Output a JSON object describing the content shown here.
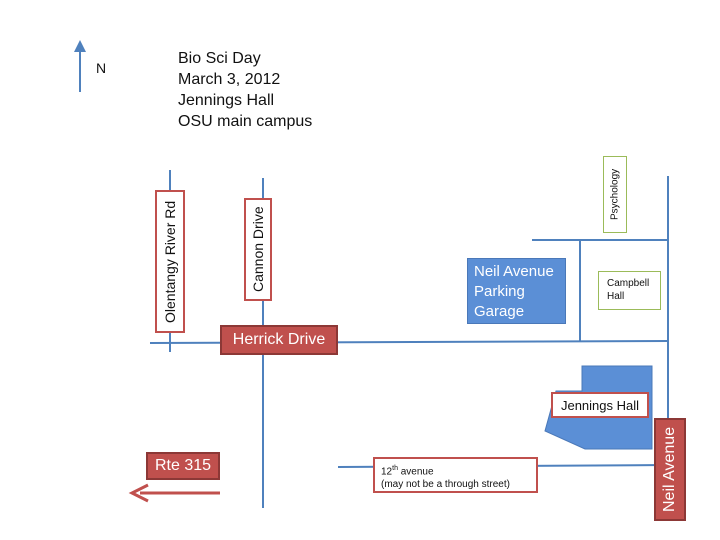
{
  "header": {
    "line1": "Bio Sci Day",
    "line2": "March 3, 2012",
    "line3": "Jennings Hall",
    "line4": "OSU main campus"
  },
  "compass": {
    "label": "N"
  },
  "streets": {
    "olentangy": "Olentangy River Rd",
    "cannon": "Cannon Drive",
    "herrick": "Herrick Drive",
    "neil": "Neil Avenue",
    "twelfth_main": "12",
    "twelfth_sup": "th",
    "twelfth_rest": " avenue",
    "twelfth_note": "(may not be a through street)",
    "rte": "Rte 315"
  },
  "buildings": {
    "garage": [
      "Neil Avenue",
      "Parking",
      "Garage"
    ],
    "campbell": [
      "Campbell",
      "Hall"
    ],
    "psychology": "Psychology",
    "jennings": "Jennings Hall"
  },
  "colors": {
    "road": "#4f81bd",
    "label_red": "#c0504d",
    "building_blue": "#5b8fd6",
    "outline_green": "#9bbb59"
  }
}
